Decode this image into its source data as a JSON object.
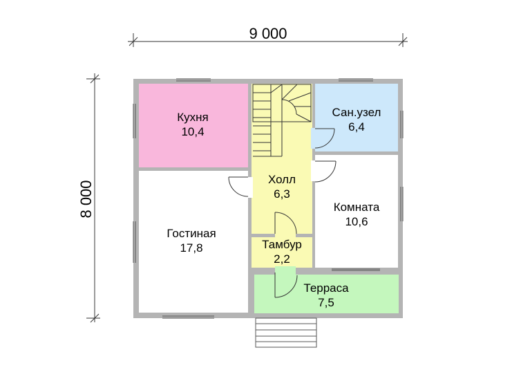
{
  "dimensions": {
    "width": "9 000",
    "height": "8 000"
  },
  "rooms": [
    {
      "name": "Кухня",
      "area": "10,4",
      "fill": "#f9b7dc"
    },
    {
      "name": "Сан.узел",
      "area": "6,4",
      "fill": "#cde8fb"
    },
    {
      "name": "Холл",
      "area": "6,3",
      "fill": "#fafab4"
    },
    {
      "name": "Комната",
      "area": "10,6",
      "fill": "#ffffff"
    },
    {
      "name": "Гостиная",
      "area": "17,8",
      "fill": "#ffffff"
    },
    {
      "name": "Тамбур",
      "area": "2,2",
      "fill": "#fafab4"
    },
    {
      "name": "Терраса",
      "area": "7,5",
      "fill": "#c4f7bd"
    }
  ],
  "colors": {
    "wall": "#b4b4b4",
    "line": "#333333"
  }
}
